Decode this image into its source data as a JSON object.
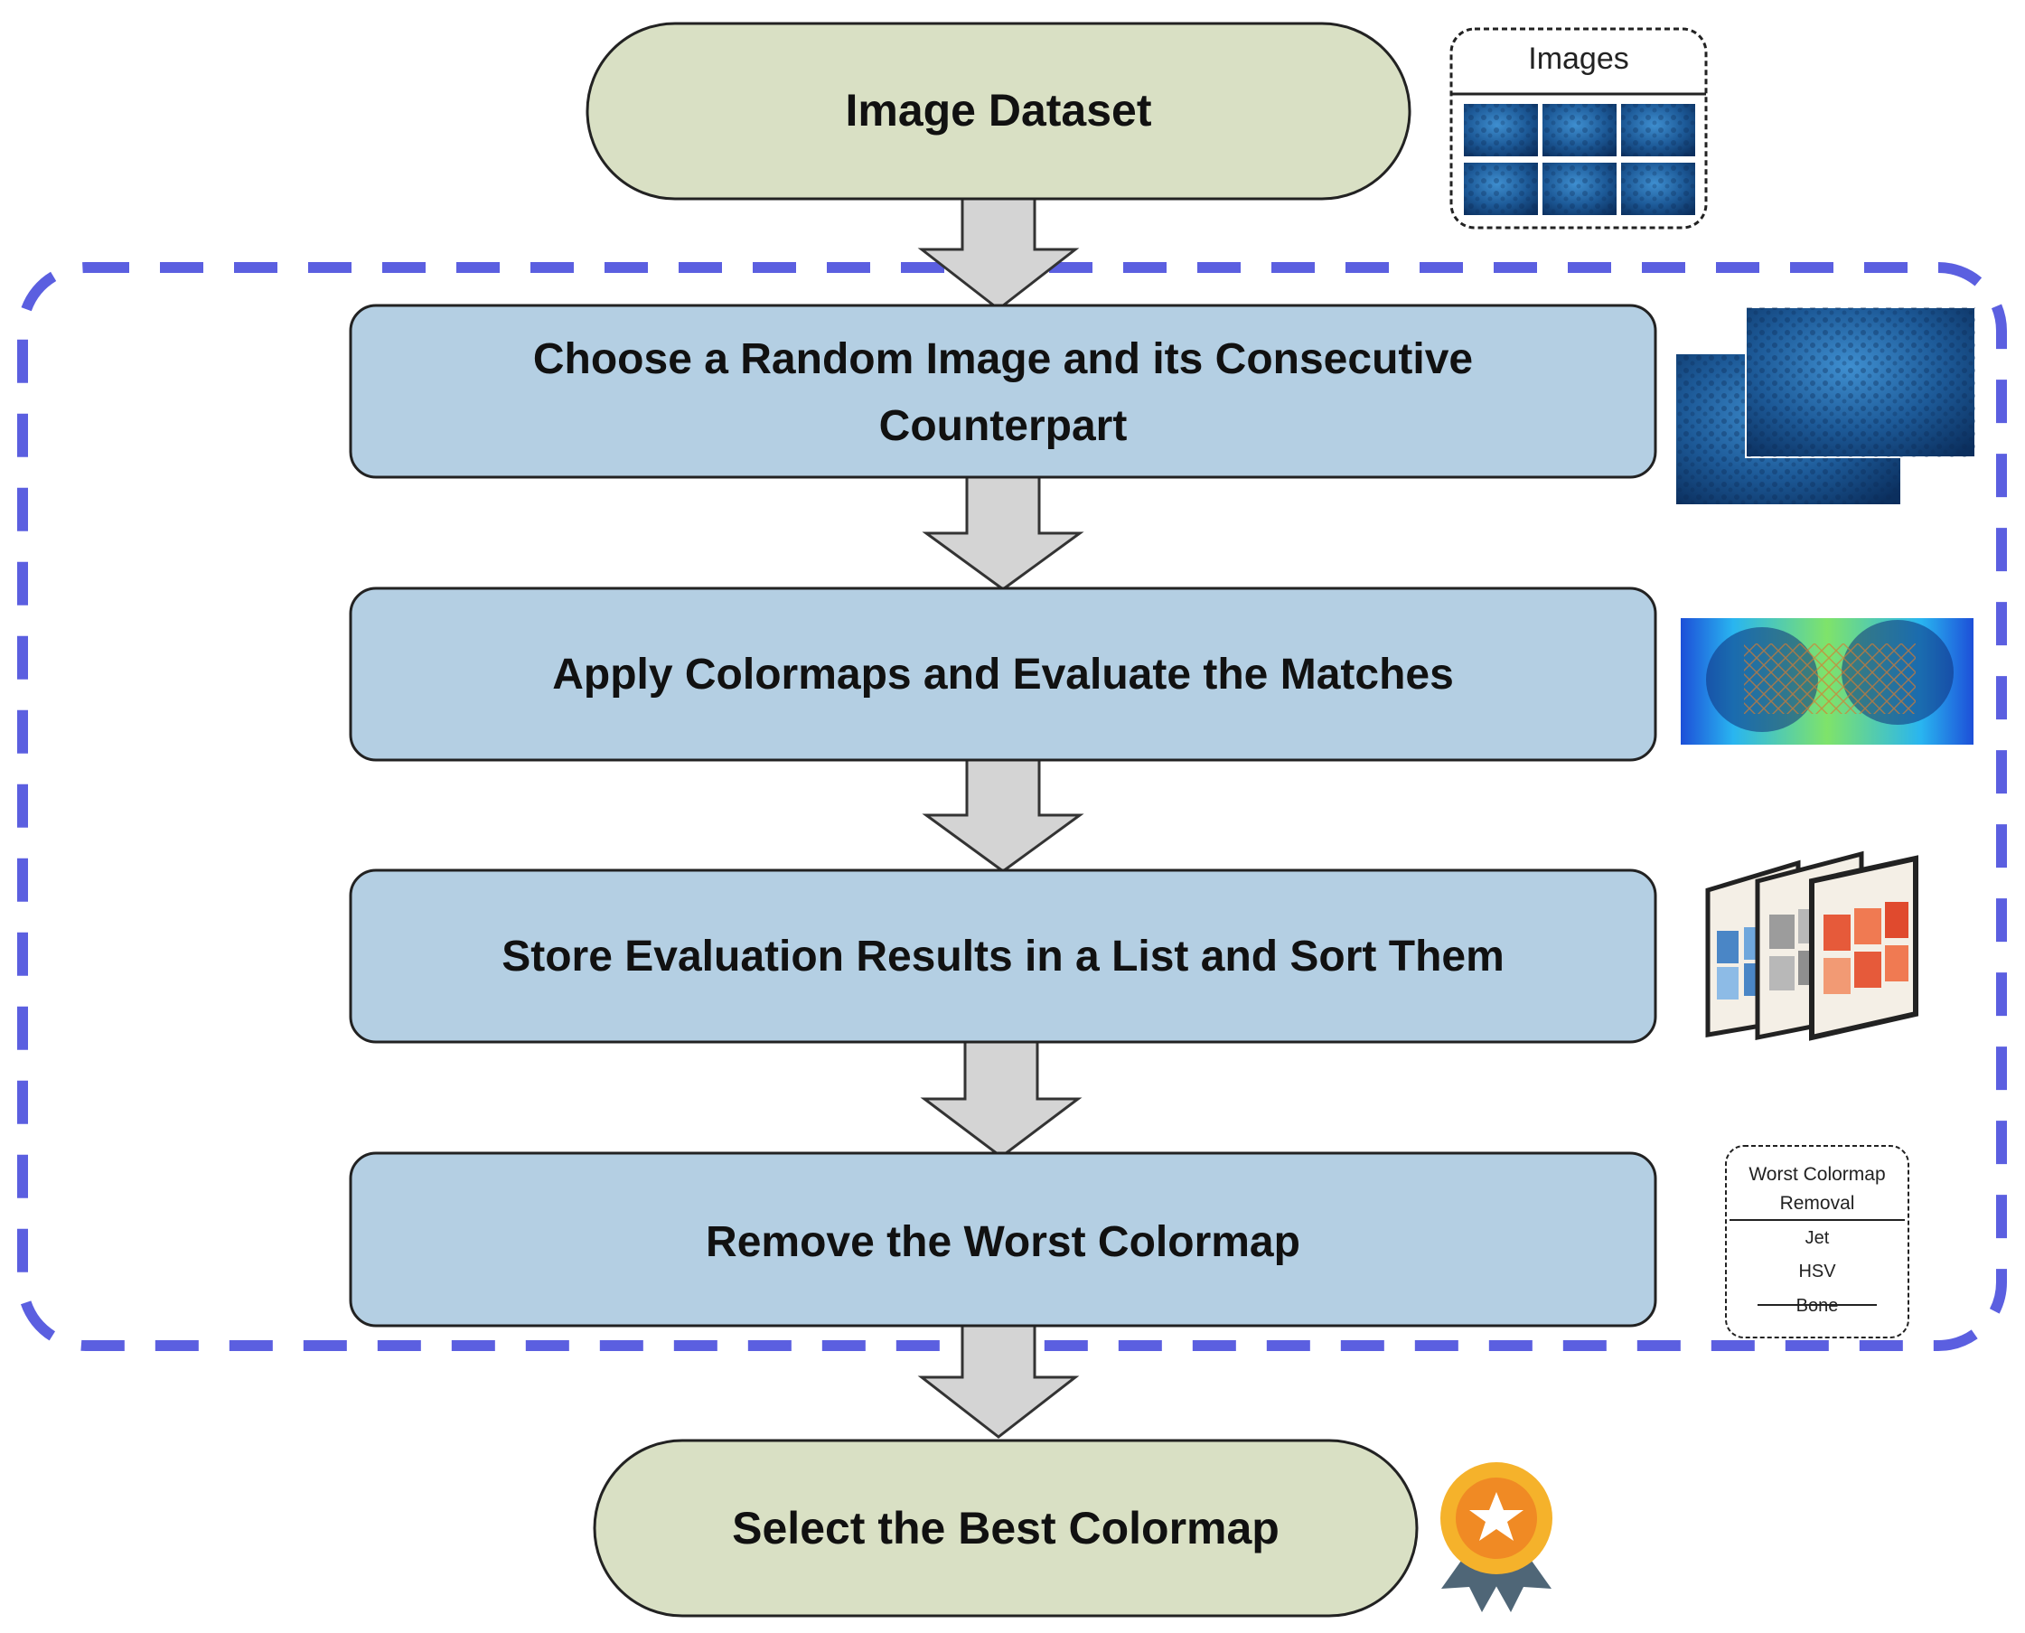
{
  "colors": {
    "terminal_fill": "#d9e0c4",
    "process_fill": "#b4cfe3",
    "arrow_fill": "#d4d4d4",
    "loop_border": "#5b5fe0",
    "image_blue": "#1f5b9a",
    "medal_gold": "#f5b22b",
    "medal_ribbon": "#4f6677"
  },
  "nodes": {
    "start": {
      "label": "Image Dataset"
    },
    "step1": {
      "line1": "Choose a Random Image and its Consecutive",
      "line2": "Counterpart"
    },
    "step2": {
      "label": "Apply Colormaps and Evaluate the Matches"
    },
    "step3": {
      "label": "Store Evaluation Results in a List and Sort Them"
    },
    "step4": {
      "label": "Remove the Worst Colormap"
    },
    "end": {
      "label": "Select the Best Colormap"
    }
  },
  "images_card": {
    "title": "Images"
  },
  "removal_card": {
    "title_line1": "Worst Colormap",
    "title_line2": "Removal",
    "items": [
      "Jet",
      "HSV",
      "Bone"
    ],
    "struck_item": "Bone"
  },
  "icons": {
    "images_grid": "image-grid-icon",
    "image_pair": "image-pair-icon",
    "colormap_matches": "colormap-match-icon",
    "result_lists": "sorted-list-icon",
    "medal": "medal-icon"
  }
}
